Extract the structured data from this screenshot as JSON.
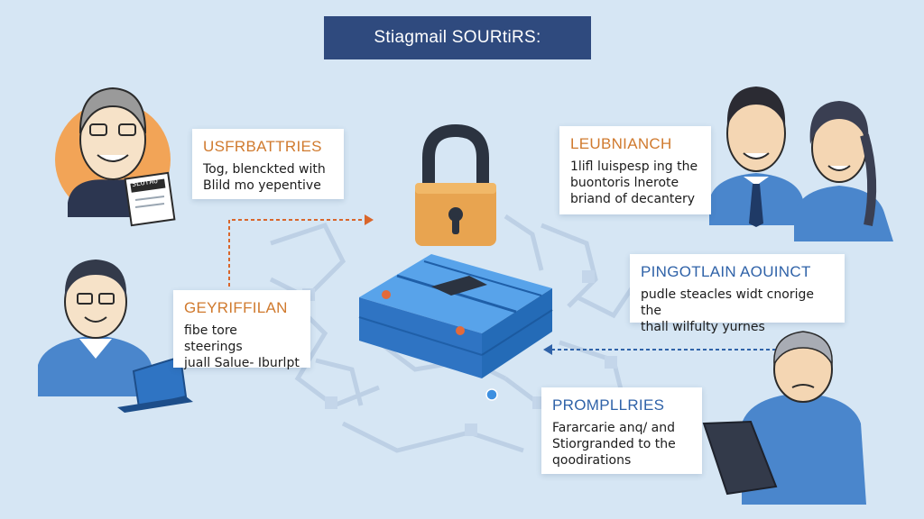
{
  "title": "Stiagmail SOURtiRS:",
  "cards": {
    "card1": {
      "heading": "USFRBATTRIES",
      "lines": [
        "Tog, blenckted with",
        "Blild mo yepentive"
      ]
    },
    "card2": {
      "heading": "GEYRIFFILAN",
      "lines": [
        "fibe tore steerings",
        "juall Salue- Iburlpt"
      ]
    },
    "card3": {
      "heading": "LEUBNIANCH",
      "lines": [
        "1lifl luispesp ing the",
        "buontoris lnerote",
        "briand of decantery"
      ]
    },
    "card4": {
      "heading": "PINGOTLAIN AOUINCT",
      "lines": [
        "pudle steacles widt cnorige the",
        "thall wilfulty yurnes"
      ]
    },
    "card5": {
      "heading": "PROMPLLRIES",
      "lines": [
        "Fararcarie anq/ and",
        "Stiorgranded to the",
        "qoodirations"
      ]
    }
  },
  "laptop_sticker_text": "SLUTAO",
  "colors": {
    "background": "#d6e6f4",
    "banner": "#2f4a7e",
    "accent_orange": "#d07a2e",
    "accent_blue": "#2f62a8",
    "padlock_body": "#e8a450",
    "padlock_shackle": "#2b3340",
    "server_blue": "#3f88d6",
    "shirt_blue": "#4a86cc"
  },
  "icons": [
    "padlock-icon",
    "server-stack-icon",
    "laptop-icon",
    "tablet-icon",
    "person-avatar"
  ]
}
